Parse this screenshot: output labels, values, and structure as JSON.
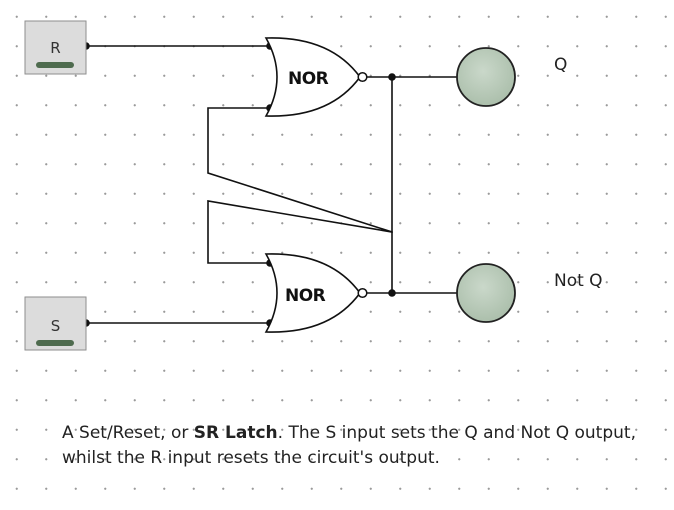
{
  "switches": {
    "r": {
      "label": "R"
    },
    "s": {
      "label": "S"
    }
  },
  "gates": {
    "top": {
      "label": "NOR"
    },
    "bottom": {
      "label": "NOR"
    }
  },
  "outputs": {
    "q": {
      "label": "Q"
    },
    "not_q": {
      "label": "Not Q"
    }
  },
  "caption": {
    "part1": "A Set/Reset, or ",
    "bold": "SR Latch",
    "part2": ". The S input sets the Q and Not Q output, whilst the R input resets the circuit's output."
  },
  "colors": {
    "switch_fill": "#dcdcdc",
    "switch_bar": "#4e6b4e",
    "lamp_fill": "#b4c6b4",
    "wire": "#111111"
  }
}
